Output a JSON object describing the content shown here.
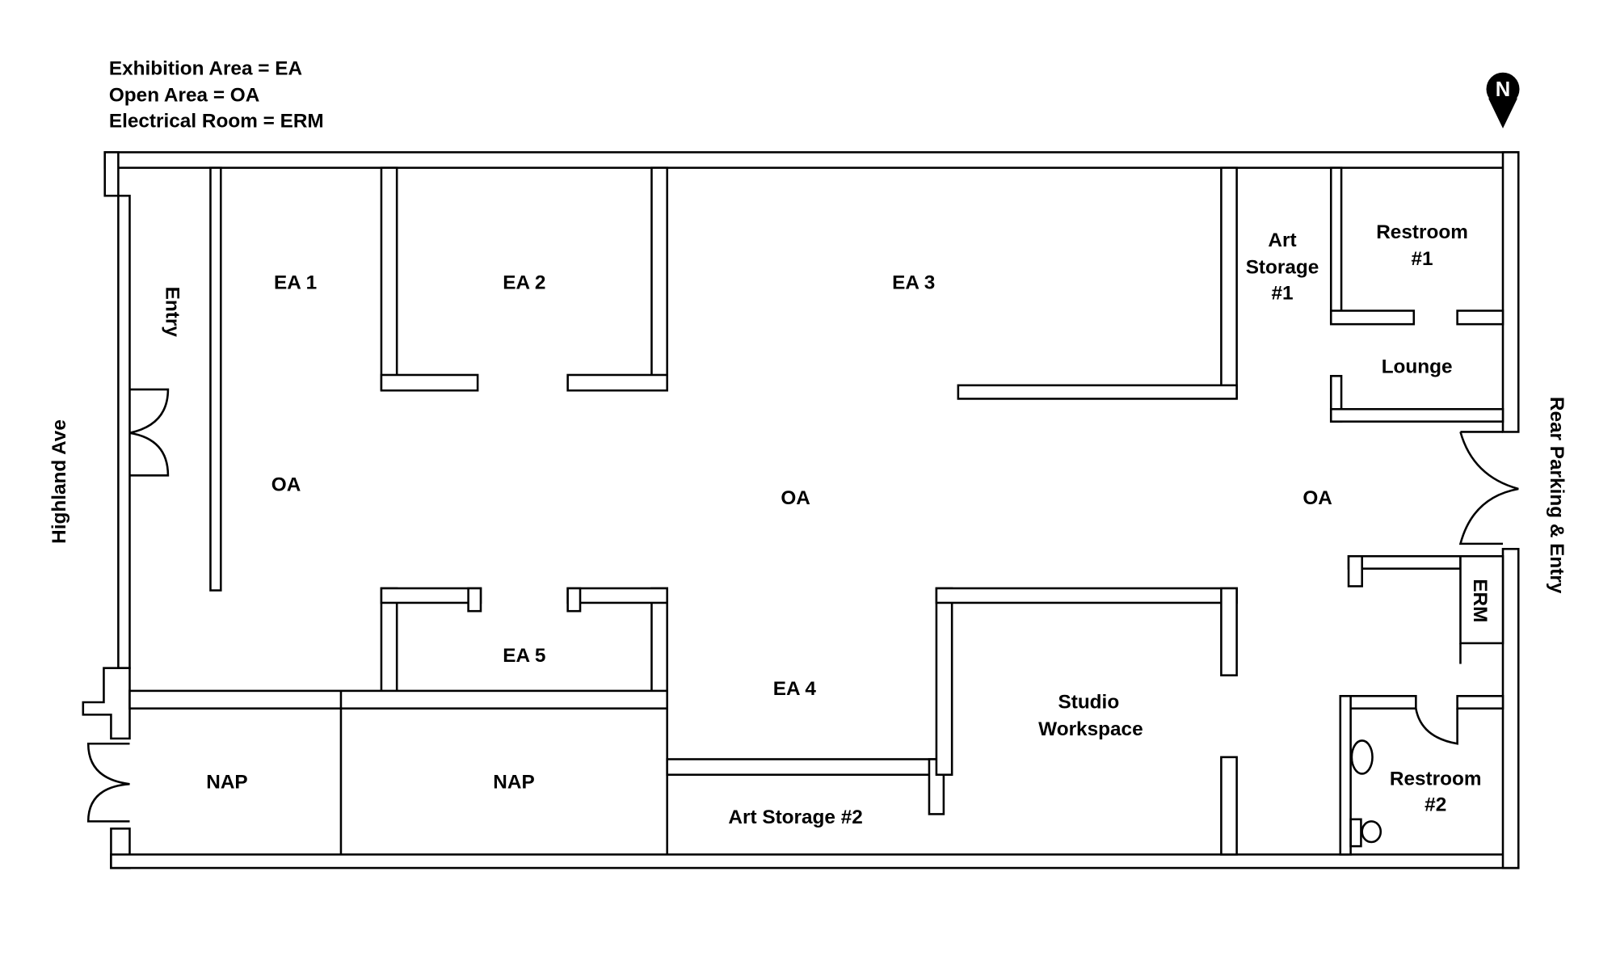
{
  "legend": [
    "Exhibition Area = EA",
    "Open Area = OA",
    "Electrical Room = ERM"
  ],
  "compass": {
    "label": "N"
  },
  "streets": {
    "west": "Highland Ave",
    "east": "Rear Parking & Entry"
  },
  "rooms": {
    "entry": "Entry",
    "ea1": "EA 1",
    "ea2": "EA 2",
    "ea3": "EA 3",
    "art_storage_1": [
      "Art",
      "Storage",
      "#1"
    ],
    "restroom_1": [
      "Restroom",
      "#1"
    ],
    "lounge": "Lounge",
    "oa_west": "OA",
    "oa_center": "OA",
    "oa_east": "OA",
    "erm": "ERM",
    "ea5": "EA 5",
    "ea4": "EA 4",
    "studio": [
      "Studio",
      "Workspace"
    ],
    "restroom_2": [
      "Restroom",
      "#2"
    ],
    "nap_1": "NAP",
    "nap_2": "NAP",
    "art_storage_2": "Art Storage #2"
  }
}
